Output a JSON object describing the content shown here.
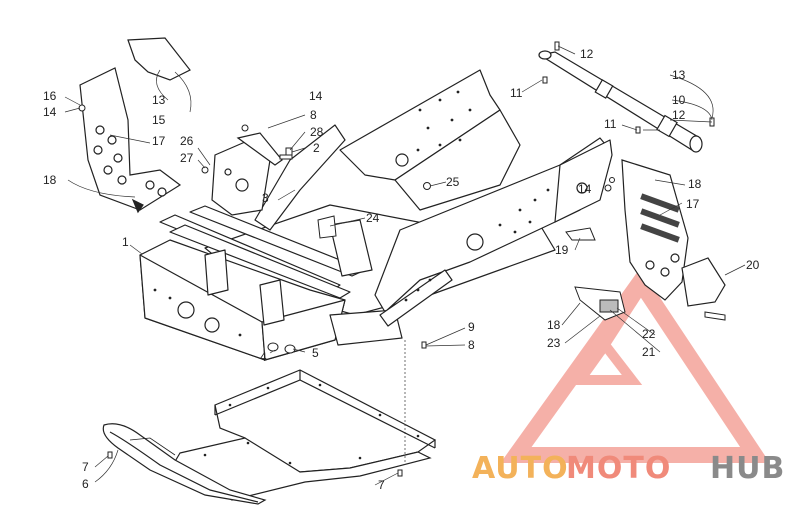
{
  "diagram": {
    "callouts": [
      {
        "id": "c1",
        "label": "1"
      },
      {
        "id": "c2",
        "label": "2"
      },
      {
        "id": "c3",
        "label": "3"
      },
      {
        "id": "c4",
        "label": "4"
      },
      {
        "id": "c5",
        "label": "5"
      },
      {
        "id": "c6",
        "label": "6"
      },
      {
        "id": "c7a",
        "label": "7"
      },
      {
        "id": "c7b",
        "label": "7"
      },
      {
        "id": "c8a",
        "label": "8"
      },
      {
        "id": "c8b",
        "label": "8"
      },
      {
        "id": "c9",
        "label": "9"
      },
      {
        "id": "c10",
        "label": "10"
      },
      {
        "id": "c11a",
        "label": "11"
      },
      {
        "id": "c11b",
        "label": "11"
      },
      {
        "id": "c12a",
        "label": "12"
      },
      {
        "id": "c12b",
        "label": "12"
      },
      {
        "id": "c13a",
        "label": "13"
      },
      {
        "id": "c13b",
        "label": "13"
      },
      {
        "id": "c14a",
        "label": "14"
      },
      {
        "id": "c14b",
        "label": "14"
      },
      {
        "id": "c14c",
        "label": "14"
      },
      {
        "id": "c15",
        "label": "15"
      },
      {
        "id": "c16",
        "label": "16"
      },
      {
        "id": "c17a",
        "label": "17"
      },
      {
        "id": "c17b",
        "label": "17"
      },
      {
        "id": "c18a",
        "label": "18"
      },
      {
        "id": "c18b",
        "label": "18"
      },
      {
        "id": "c18c",
        "label": "18"
      },
      {
        "id": "c19",
        "label": "19"
      },
      {
        "id": "c20",
        "label": "20"
      },
      {
        "id": "c21",
        "label": "21"
      },
      {
        "id": "c22",
        "label": "22"
      },
      {
        "id": "c23",
        "label": "23"
      },
      {
        "id": "c24",
        "label": "24"
      },
      {
        "id": "c25",
        "label": "25"
      },
      {
        "id": "c26",
        "label": "26"
      },
      {
        "id": "c27",
        "label": "27"
      },
      {
        "id": "c28",
        "label": "28"
      }
    ]
  },
  "watermark": {
    "part1": "AUTO",
    "part2": "MOTO",
    "part3": "HUB",
    "color_part1": "#f3b25a",
    "color_part2": "#f08a7a",
    "color_part3": "#8a8a8a",
    "triangle_color": "#f07a70"
  }
}
